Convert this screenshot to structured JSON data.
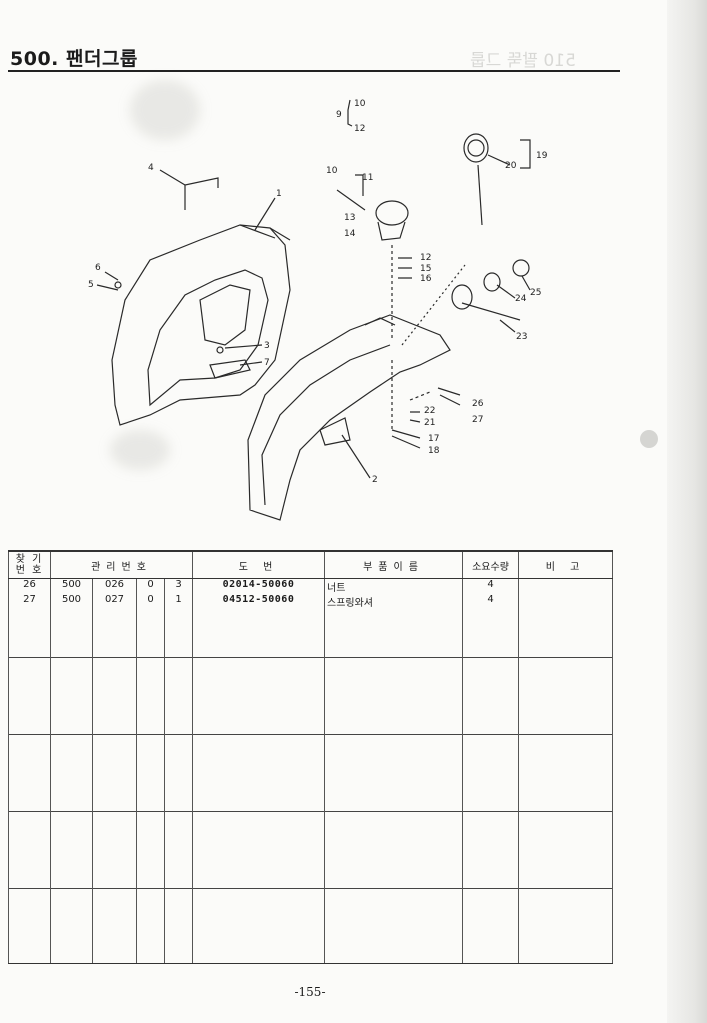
{
  "header": {
    "title": "500. 팬더그룹"
  },
  "table": {
    "headers": {
      "item_no_line1": "찾 기",
      "item_no_line2": "번 호",
      "mgmt_no": "관리번호",
      "drawing_no": "도 번",
      "part_name": "부품이름",
      "qty": "소요수량",
      "remarks": "비 고"
    },
    "rows": [
      {
        "item": "26",
        "group": "500",
        "seq": "026",
        "a": "0",
        "b": "3",
        "drawing": "02014-50060",
        "name": "너트",
        "qty": "4",
        "remarks": ""
      },
      {
        "item": "27",
        "group": "500",
        "seq": "027",
        "a": "0",
        "b": "1",
        "drawing": "04512-50060",
        "name": "스프링와셔",
        "qty": "4",
        "remarks": ""
      }
    ]
  },
  "diagram": {
    "callouts": [
      "1",
      "2",
      "3",
      "4",
      "5",
      "6",
      "7",
      "9",
      "10",
      "12",
      "10",
      "11",
      "12",
      "13",
      "14",
      "15",
      "16",
      "17",
      "18",
      "19",
      "20",
      "21",
      "22",
      "23",
      "24",
      "25",
      "26",
      "27"
    ]
  },
  "footer": {
    "page_number": "-155-"
  }
}
